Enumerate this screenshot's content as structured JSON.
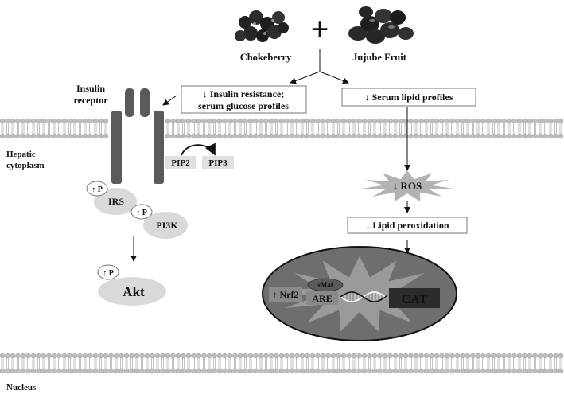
{
  "fruits": {
    "chokeberry": "Chokeberry",
    "jujube": "Jujube Fruit",
    "plus": "+"
  },
  "labels": {
    "insulin_receptor_line1": "Insulin",
    "insulin_receptor_line2": "receptor",
    "hepatic_line1": "Hepatic",
    "hepatic_line2": "cytoplasm",
    "nucleus": "Nucleus"
  },
  "boxes": {
    "insulin_resistance_line1": "↓ Insulin resistance;",
    "insulin_resistance_line2": "serum glucose profiles",
    "serum_lipid": "↓ Serum lipid profiles",
    "lipid_peroxidation": "↓ Lipid peroxidation"
  },
  "signaling": {
    "pip2": "PIP2",
    "pip3": "PIP3",
    "phospho": "↑ P",
    "irs": "IRS",
    "pi3k": "PI3K",
    "akt": "Akt",
    "ros": "↓ ROS"
  },
  "nucleus_content": {
    "nrf2": "↑ Nrf2",
    "smaf": "sMaf",
    "are": "ARE",
    "cat": "CAT"
  },
  "colors": {
    "receptor": "#5a5a5a",
    "membrane_head": "#bdbdbd",
    "ellipse_fill": "#d9d9d9",
    "nucleus_fill": "#6e6e6e",
    "ros_star": "#b3b3b3",
    "cat_box": "#2b2b2b"
  }
}
